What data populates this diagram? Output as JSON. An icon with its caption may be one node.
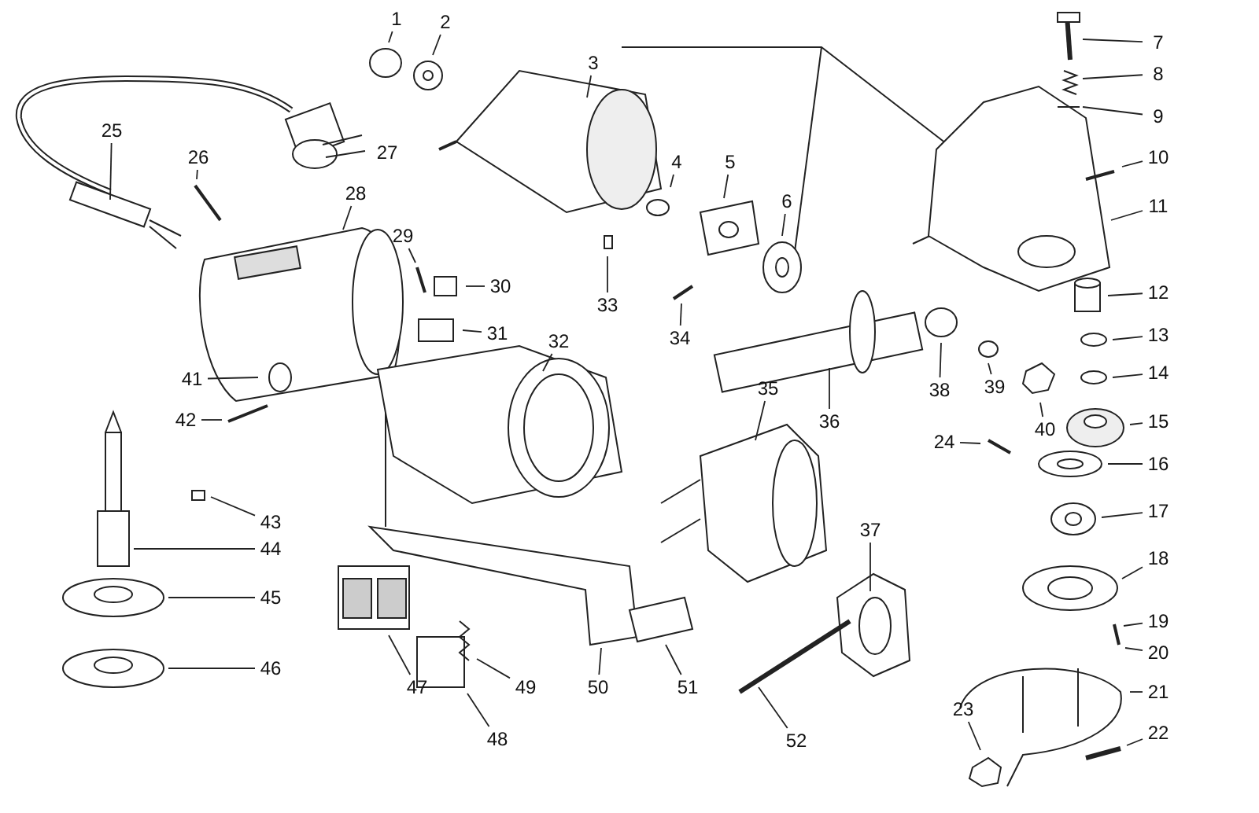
{
  "diagram": {
    "nodes": [
      {
        "text": [
          "1"
        ]
      },
      {
        "text": [
          "2"
        ]
      },
      {
        "text": [
          "3"
        ]
      },
      {
        "text": [
          "4"
        ]
      },
      {
        "text": [
          "5"
        ]
      },
      {
        "text": [
          "6"
        ]
      },
      {
        "text": [
          "7"
        ]
      },
      {
        "text": [
          "8"
        ]
      },
      {
        "text": [
          "9"
        ]
      },
      {
        "text": [
          "10"
        ]
      },
      {
        "text": [
          "11"
        ]
      },
      {
        "text": [
          "12"
        ]
      },
      {
        "text": [
          "13"
        ]
      },
      {
        "text": [
          "14"
        ]
      },
      {
        "text": [
          "15"
        ]
      },
      {
        "text": [
          "16"
        ]
      },
      {
        "text": [
          "17"
        ]
      },
      {
        "text": [
          "18"
        ]
      },
      {
        "text": [
          "19"
        ]
      },
      {
        "text": [
          "20"
        ]
      },
      {
        "text": [
          "21"
        ]
      },
      {
        "text": [
          "22"
        ]
      },
      {
        "text": [
          "23"
        ]
      },
      {
        "text": [
          "24"
        ]
      },
      {
        "text": [
          "25"
        ]
      },
      {
        "text": [
          "26"
        ]
      },
      {
        "text": [
          "27"
        ]
      },
      {
        "text": [
          "28"
        ]
      },
      {
        "text": [
          "29"
        ]
      },
      {
        "text": [
          "30"
        ]
      },
      {
        "text": [
          "31"
        ]
      },
      {
        "text": [
          "32"
        ]
      },
      {
        "text": [
          "33"
        ]
      },
      {
        "text": [
          "34"
        ]
      },
      {
        "text": [
          "35"
        ]
      },
      {
        "text": [
          "36"
        ]
      },
      {
        "text": [
          "37"
        ]
      },
      {
        "text": [
          "38"
        ]
      },
      {
        "text": [
          "39"
        ]
      },
      {
        "text": [
          "40"
        ]
      },
      {
        "text": [
          "41"
        ]
      },
      {
        "text": [
          "42"
        ]
      },
      {
        "text": [
          "43"
        ]
      },
      {
        "text": [
          "44"
        ]
      },
      {
        "text": [
          "45"
        ]
      },
      {
        "text": [
          "46"
        ]
      },
      {
        "text": [
          "47"
        ]
      },
      {
        "text": [
          "48"
        ]
      },
      {
        "text": [
          "49"
        ]
      },
      {
        "text": [
          "50"
        ]
      },
      {
        "text": [
          "51"
        ]
      },
      {
        "text": [
          "52"
        ]
      }
    ],
    "edges": [
      {
        "from": 0,
        "to": null,
        "arrow": "none"
      },
      {
        "from": 1,
        "to": null,
        "arrow": "none"
      },
      {
        "from": 2,
        "to": null,
        "arrow": "none"
      },
      {
        "from": 3,
        "to": null,
        "arrow": "none"
      },
      {
        "from": 4,
        "to": null,
        "arrow": "none"
      },
      {
        "from": 5,
        "to": null,
        "arrow": "none"
      },
      {
        "from": 6,
        "to": null,
        "arrow": "none"
      },
      {
        "from": 7,
        "to": null,
        "arrow": "none"
      },
      {
        "from": 8,
        "to": null,
        "arrow": "none"
      },
      {
        "from": 9,
        "to": null,
        "arrow": "none"
      },
      {
        "from": 10,
        "to": null,
        "arrow": "none"
      },
      {
        "from": 11,
        "to": null,
        "arrow": "none"
      },
      {
        "from": 12,
        "to": null,
        "arrow": "none"
      },
      {
        "from": 13,
        "to": null,
        "arrow": "none"
      },
      {
        "from": 14,
        "to": null,
        "arrow": "none"
      },
      {
        "from": 15,
        "to": null,
        "arrow": "none"
      },
      {
        "from": 16,
        "to": null,
        "arrow": "none"
      },
      {
        "from": 17,
        "to": null,
        "arrow": "none"
      },
      {
        "from": 18,
        "to": null,
        "arrow": "none"
      },
      {
        "from": 19,
        "to": null,
        "arrow": "none"
      },
      {
        "from": 20,
        "to": null,
        "arrow": "none"
      },
      {
        "from": 21,
        "to": null,
        "arrow": "none"
      },
      {
        "from": 22,
        "to": null,
        "arrow": "none"
      },
      {
        "from": 23,
        "to": null,
        "arrow": "none"
      },
      {
        "from": 24,
        "to": null,
        "arrow": "none"
      },
      {
        "from": 25,
        "to": null,
        "arrow": "none"
      },
      {
        "from": 26,
        "to": null,
        "arrow": "none"
      },
      {
        "from": 27,
        "to": null,
        "arrow": "none"
      },
      {
        "from": 28,
        "to": null,
        "arrow": "none"
      },
      {
        "from": 29,
        "to": null,
        "arrow": "none"
      },
      {
        "from": 30,
        "to": null,
        "arrow": "none"
      },
      {
        "from": 31,
        "to": null,
        "arrow": "none"
      },
      {
        "from": 32,
        "to": null,
        "arrow": "none"
      },
      {
        "from": 33,
        "to": null,
        "arrow": "none"
      },
      {
        "from": 34,
        "to": null,
        "arrow": "none"
      },
      {
        "from": 35,
        "to": null,
        "arrow": "none"
      },
      {
        "from": 36,
        "to": null,
        "arrow": "none"
      },
      {
        "from": 37,
        "to": null,
        "arrow": "none"
      },
      {
        "from": 38,
        "to": null,
        "arrow": "none"
      },
      {
        "from": 39,
        "to": null,
        "arrow": "none"
      },
      {
        "from": 40,
        "to": null,
        "arrow": "none"
      },
      {
        "from": 41,
        "to": null,
        "arrow": "none"
      },
      {
        "from": 42,
        "to": null,
        "arrow": "none"
      },
      {
        "from": 43,
        "to": null,
        "arrow": "none"
      },
      {
        "from": 44,
        "to": null,
        "arrow": "none"
      },
      {
        "from": 45,
        "to": null,
        "arrow": "none"
      },
      {
        "from": 46,
        "to": null,
        "arrow": "none"
      },
      {
        "from": 47,
        "to": null,
        "arrow": "none"
      },
      {
        "from": 48,
        "to": null,
        "arrow": "none"
      },
      {
        "from": 49,
        "to": null,
        "arrow": "none"
      },
      {
        "from": 50,
        "to": null,
        "arrow": "none"
      },
      {
        "from": 51,
        "to": null,
        "arrow": "none"
      }
    ]
  }
}
